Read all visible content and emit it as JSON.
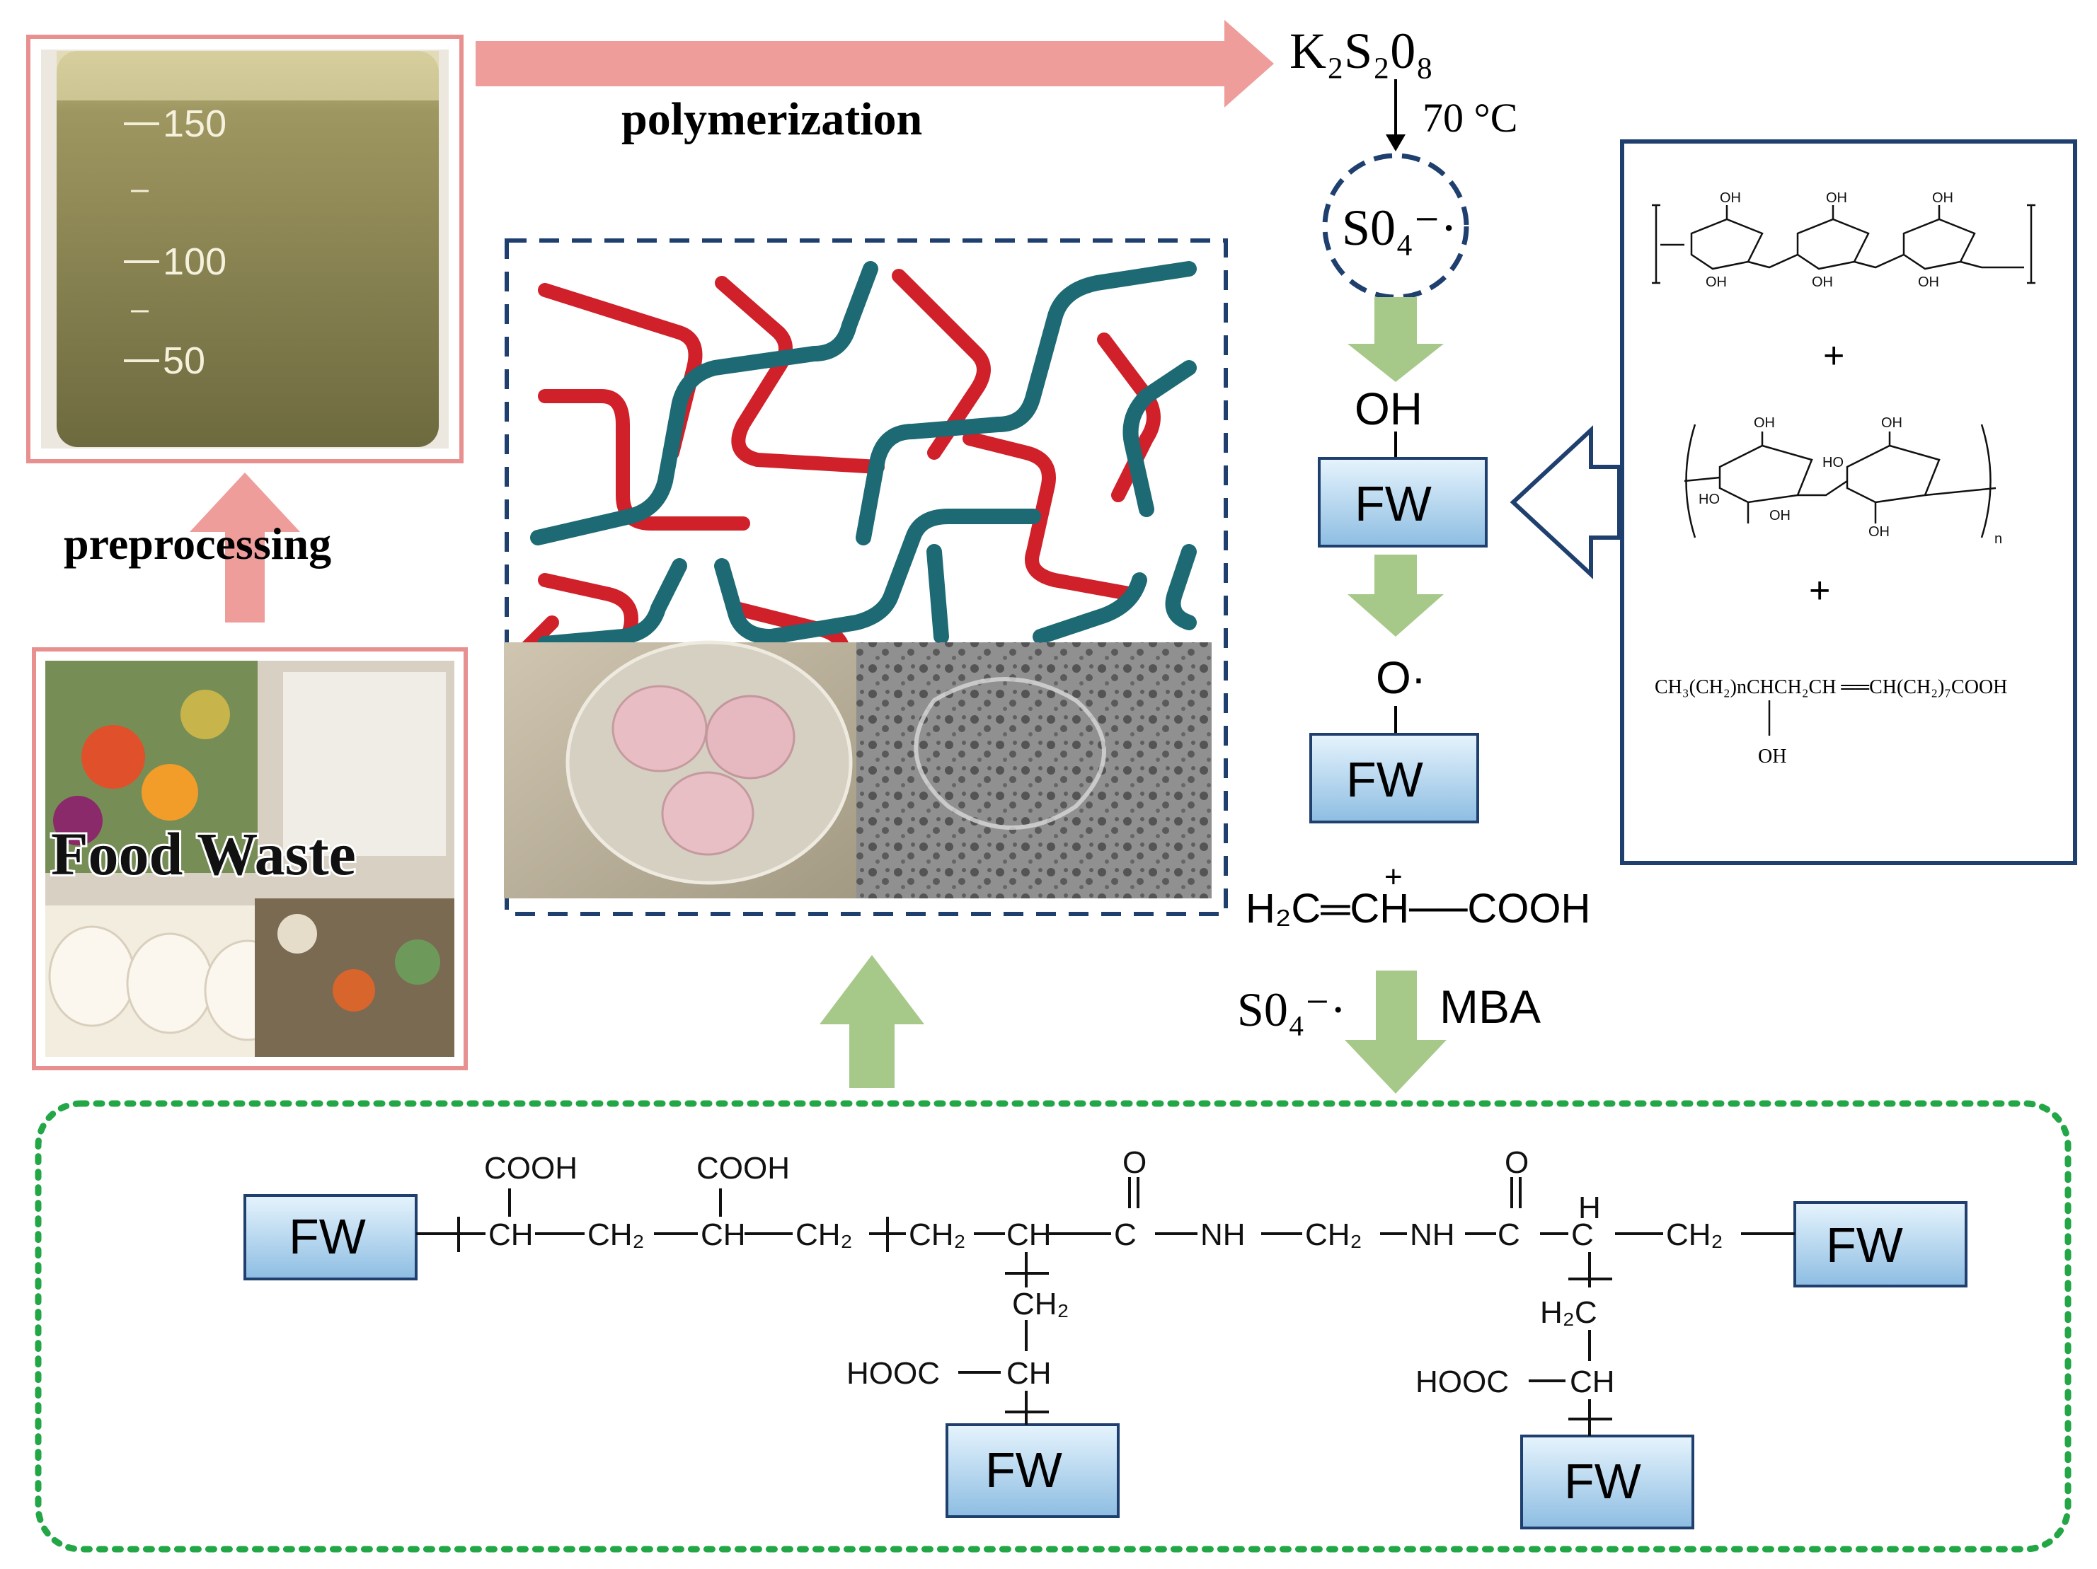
{
  "labels": {
    "polymerization": "polymerization",
    "preprocessing": "preprocessing",
    "food_waste": "Food Waste",
    "initiator": "K₂S₂0₈",
    "temperature": "70 °C",
    "radical": "S0₄⁻·",
    "radical_step": "S0₄⁻·",
    "crosslinker": "MBA",
    "hydroxyl": "OH",
    "oxy_radical": "O·",
    "acrylic_acid": "H₂C═CH──COOH",
    "acrylic_plus": "+",
    "fw": "FW"
  },
  "beaker_marks": [
    "150",
    "100",
    "50"
  ],
  "components": {
    "plus1": "+",
    "plus2": "+",
    "fatty_acid": "CH₃(CH₂)nCHCH₂CH ══CH(CH₂)₇COOH",
    "fatty_acid_oh": "OH",
    "sugar_oh": "OH",
    "sugar_ho": "HO",
    "subscript_n": "n"
  },
  "product": {
    "cooh1": "COOH",
    "cooh2": "COOH",
    "o1": "O",
    "o2": "O",
    "h": "H",
    "ch_1": "CH",
    "ch2_1": "CH₂",
    "ch_2": "CH",
    "ch2_2": "CH₂",
    "ch2_3": "CH₂",
    "ch_3": "CH",
    "c_1": "C",
    "nh_1": "NH",
    "ch2_4": "CH₂",
    "nh_2": "NH",
    "c_2": "C",
    "c_3": "C",
    "ch2_5": "CH₂",
    "branch_ch2_left": "CH₂",
    "branch_ch_left": "CH",
    "hooc_left": "HOOC",
    "branch_h2c_right": "H₂C",
    "branch_ch_right": "CH",
    "hooc_right": "HOOC"
  },
  "colors": {
    "pink_frame": "#e8908f",
    "pink_arrow": "#ee9d9b",
    "navy": "#1f3f6e",
    "green_arrow": "#a6c98a",
    "green_dots": "#22a646",
    "fw_fill_top": "#dceefa",
    "fw_fill_bottom": "#8fbfe3",
    "red_chain": "#d0202a",
    "teal_chain": "#1d6a74"
  }
}
